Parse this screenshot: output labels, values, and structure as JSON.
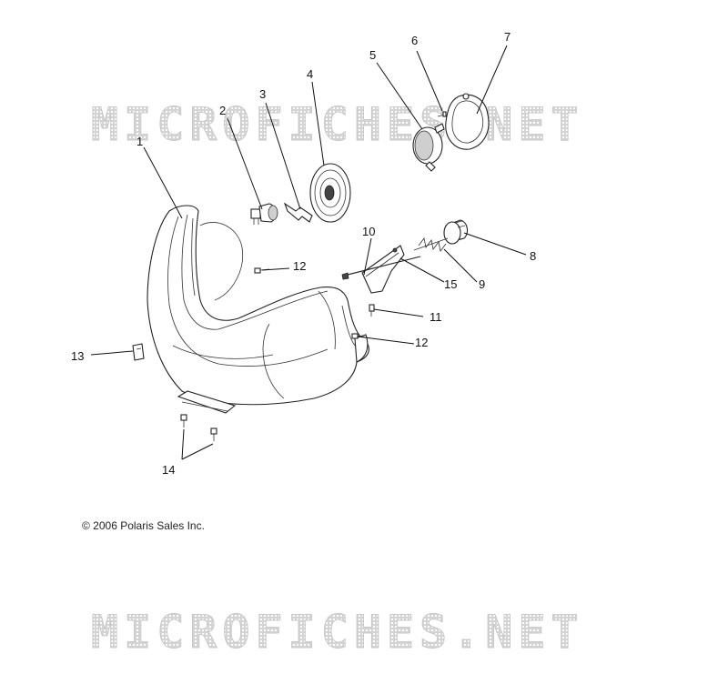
{
  "watermarks": {
    "top": "MICROFICHES.NET",
    "bottom": "MICROFICHES.NET"
  },
  "copyright": "© 2006 Polaris Sales Inc.",
  "callouts": [
    {
      "id": "c1",
      "label": "1"
    },
    {
      "id": "c2",
      "label": "2"
    },
    {
      "id": "c3",
      "label": "3"
    },
    {
      "id": "c4",
      "label": "4"
    },
    {
      "id": "c5",
      "label": "5"
    },
    {
      "id": "c6",
      "label": "6"
    },
    {
      "id": "c7",
      "label": "7"
    },
    {
      "id": "c8",
      "label": "8"
    },
    {
      "id": "c9",
      "label": "9"
    },
    {
      "id": "c10",
      "label": "10"
    },
    {
      "id": "c11",
      "label": "11"
    },
    {
      "id": "c12a",
      "label": "12"
    },
    {
      "id": "c12b",
      "label": "12"
    },
    {
      "id": "c13",
      "label": "13"
    },
    {
      "id": "c14",
      "label": "14"
    },
    {
      "id": "c15",
      "label": "15"
    }
  ],
  "colors": {
    "line": "#222222",
    "watermark": "#c8c8c8",
    "background": "#ffffff"
  }
}
